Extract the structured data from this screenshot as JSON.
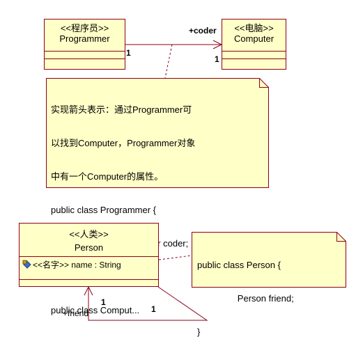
{
  "programmer_class": {
    "stereotype": "<<程序员>>",
    "name": "Programmer"
  },
  "computer_class": {
    "stereotype": "<<电脑>>",
    "name": "Computer"
  },
  "association": {
    "role": "+coder",
    "mult_source": "1",
    "mult_target": "1"
  },
  "note1": {
    "lines": [
      "实现箭头表示：通过Programmer可",
      "以找到Computer，Programmer对象",
      "中有一个Computer的属性。",
      "public class Programmer {",
      "                private Computer coder;",
      "}",
      "public class Comput..."
    ]
  },
  "person_class": {
    "stereotype": "<<人类>>",
    "name": "Person",
    "attribute": "<<名字>> name : String",
    "attribute_icon": "private-attribute-icon"
  },
  "self_association": {
    "role": "+friend",
    "mult_a": "1",
    "mult_b": "1"
  },
  "note2": {
    "lines": [
      "public class Person {",
      "                Person friend;",
      "}"
    ]
  },
  "colors": {
    "fill": "#ffffc8",
    "border": "#8b0019",
    "line": "#8b0019"
  }
}
